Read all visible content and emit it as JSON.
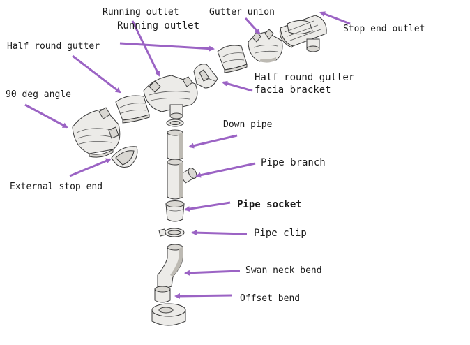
{
  "arrow_color": "#9b63c4",
  "labels": {
    "running_outlet_top": "Running outlet",
    "running_outlet": "Running outlet",
    "gutter_union": "Gutter union",
    "stop_end_outlet": "Stop end outlet",
    "half_round_gutter": "Half round gutter",
    "half_round_gutter_bracket_1": "Half round gutter",
    "half_round_gutter_bracket_2": "facia bracket",
    "deg90_angle": "90 deg angle",
    "down_pipe": "Down pipe",
    "pipe_branch": "Pipe branch",
    "external_stop_end": "External stop end",
    "pipe_socket": "Pipe socket",
    "pipe_clip": "Pipe clip",
    "swan_neck_bend": "Swan neck bend",
    "offset_bend": "Offset bend"
  }
}
